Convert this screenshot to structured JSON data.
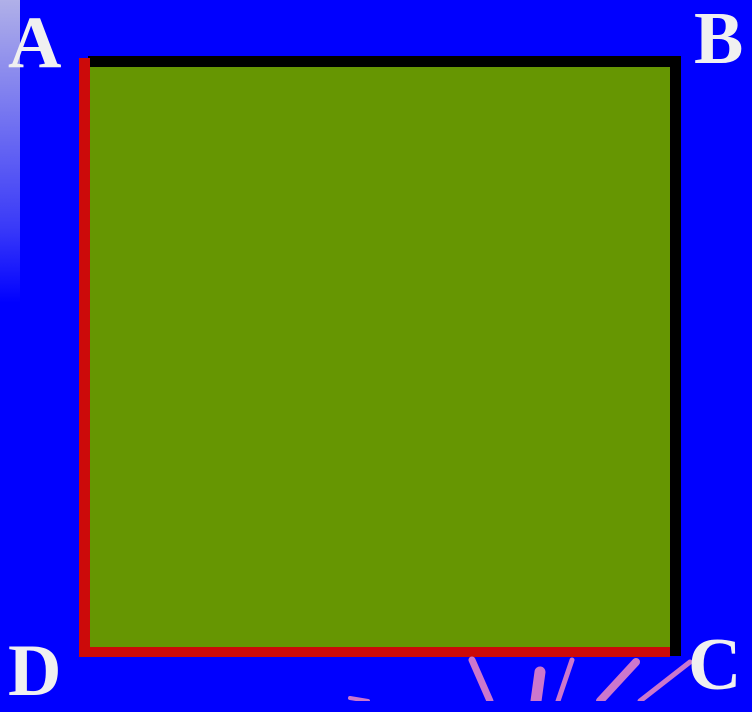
{
  "vertices": {
    "a": "A",
    "b": "B",
    "c": "C",
    "d": "D"
  },
  "colors": {
    "background": "#0000ff",
    "square_fill": "#669602",
    "edge_ab": "#000000",
    "edge_bc": "#000000",
    "edge_da": "#cc0a0a",
    "edge_dc": "#cc0a0a",
    "labels": "#f0f0f0",
    "burst": "#cc77cc"
  }
}
